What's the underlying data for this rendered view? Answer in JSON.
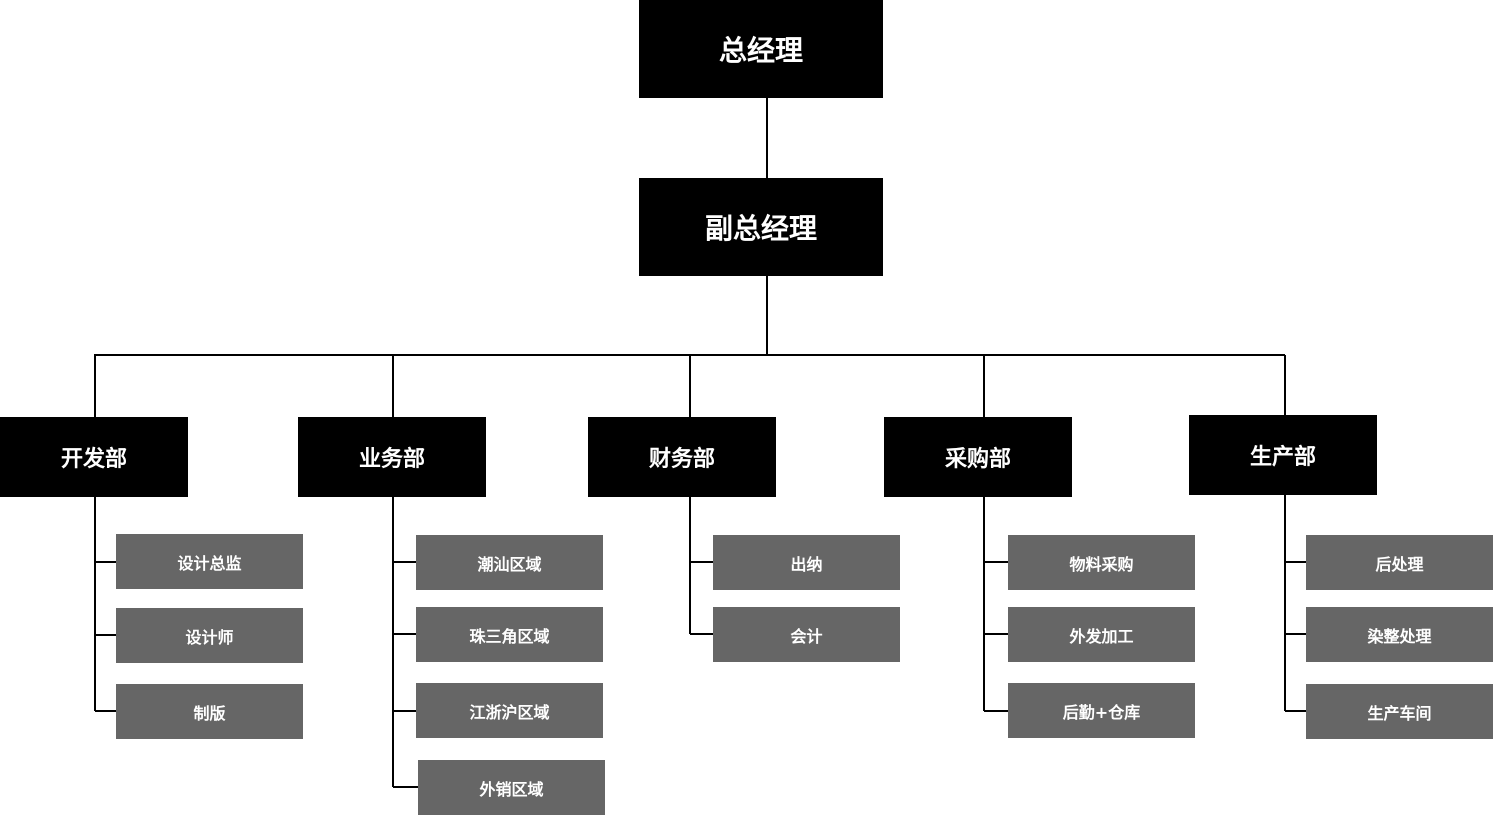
{
  "colors": {
    "top_box": "#000000",
    "dept_box": "#000000",
    "sub_box": "#666666",
    "text": "#ffffff",
    "connector": "#000000"
  },
  "org": {
    "general_manager": "总经理",
    "deputy_general_manager": "副总经理",
    "departments": [
      {
        "name": "开发部",
        "units": [
          "设计总监",
          "设计师",
          "制版"
        ]
      },
      {
        "name": "业务部",
        "units": [
          "潮汕区域",
          "珠三角区域",
          "江浙沪区域",
          "外销区域"
        ]
      },
      {
        "name": "财务部",
        "units": [
          "出纳",
          "会计"
        ]
      },
      {
        "name": "采购部",
        "units": [
          "物料采购",
          "外发加工",
          "后勤+仓库"
        ]
      },
      {
        "name": "生产部",
        "units": [
          "后处理",
          "染整处理",
          "生产车间"
        ]
      }
    ]
  }
}
